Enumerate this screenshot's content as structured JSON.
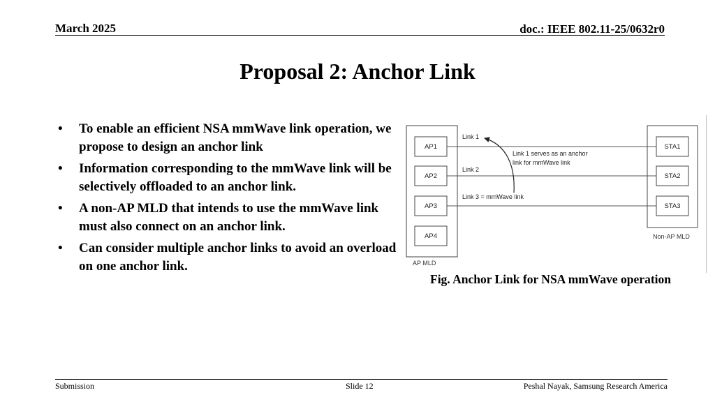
{
  "header": {
    "date": "March 2025",
    "doc_id": "doc.: IEEE 802.11-25/0632r0"
  },
  "title": "Proposal 2: Anchor Link",
  "bullets": [
    "To enable an efficient NSA mmWave link operation, we propose to design an anchor link",
    "Information corresponding to the mmWave link will be selectively offloaded to an anchor link.",
    "A non-AP MLD that intends to use the mmWave link must also connect on an anchor link.",
    "Can consider multiple anchor links to avoid an overload on one anchor link."
  ],
  "bullet_glyph": "•",
  "figure": {
    "ap_mld_label": "AP MLD",
    "non_ap_mld_label": "Non-AP MLD",
    "aps": [
      "AP1",
      "AP2",
      "AP3",
      "AP4"
    ],
    "stas": [
      "STA1",
      "STA2",
      "STA3"
    ],
    "links": [
      "Link 1",
      "Link 2",
      "Link 3 = mmWave link"
    ],
    "annotation_line1": "Link 1 serves as an anchor",
    "annotation_line2": "link for mmWave link",
    "caption": "Fig. Anchor Link for NSA mmWave operation"
  },
  "footer": {
    "left": "Submission",
    "center": "Slide 12",
    "right": "Peshal Nayak, Samsung Research America"
  }
}
